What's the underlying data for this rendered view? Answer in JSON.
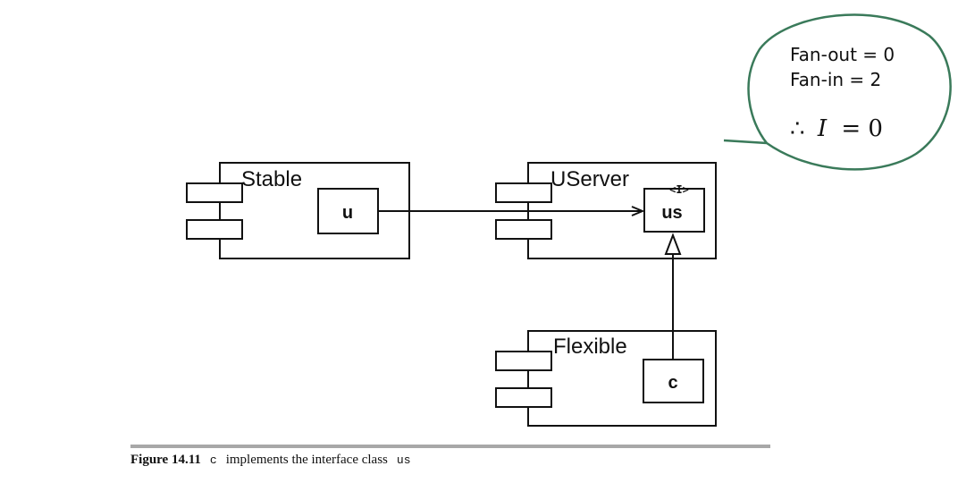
{
  "components": {
    "stable": {
      "name": "Stable",
      "class_name": "u"
    },
    "userver": {
      "name": "UServer",
      "stereotype": "<I>",
      "class_name": "us"
    },
    "flexible": {
      "name": "Flexible",
      "class_name": "c"
    }
  },
  "callout": {
    "fan_out": "Fan-out = 0",
    "fan_in": "Fan-in = 2",
    "therefore": "∴",
    "metric_symbol": "I",
    "metric_value": "= 0",
    "border_color": "#3a7a5a"
  },
  "caption": {
    "figure_label": "Figure 14.11",
    "class_ref": "c",
    "text": "implements the interface class",
    "interface_ref": "us"
  }
}
